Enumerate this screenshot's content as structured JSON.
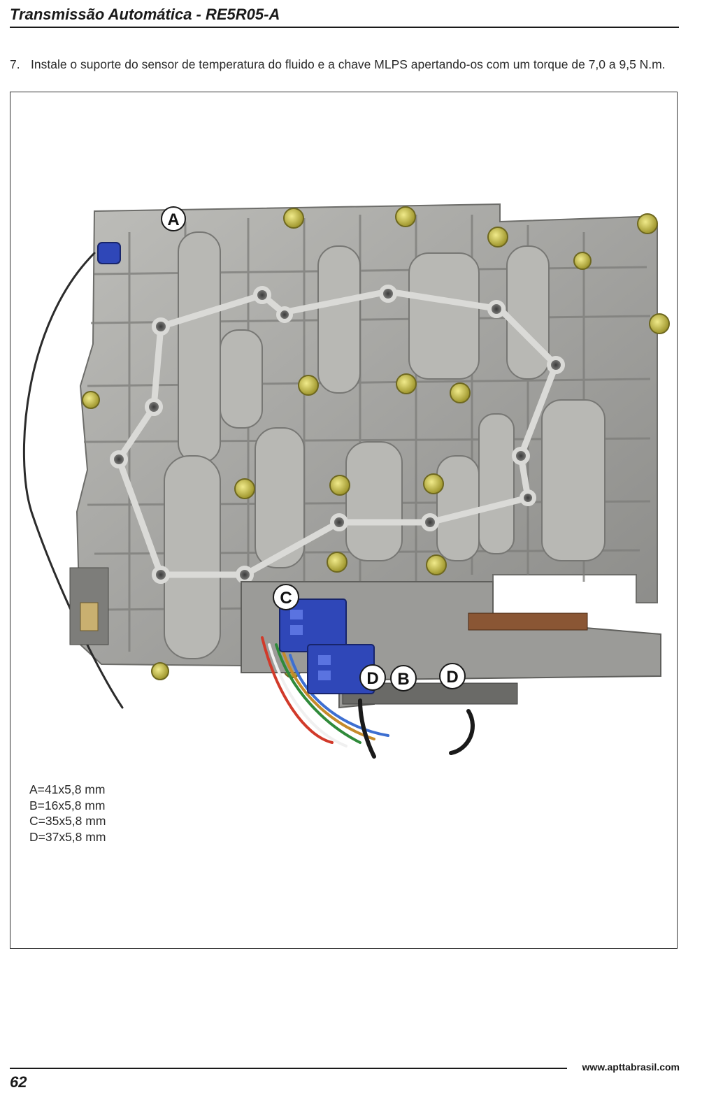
{
  "header": {
    "title": "Transmissão Automática - RE5R05-A"
  },
  "instruction": {
    "number": "7.",
    "text": "Instale o suporte do sensor de temperatura do fluido e a chave MLPS apertando-os com um torque de 7,0 a 9,5 N.m."
  },
  "figure": {
    "callouts": {
      "a": "A",
      "c": "C",
      "d1": "D",
      "b": "B",
      "d2": "D"
    },
    "specs": [
      "A=41x5,8 mm",
      "B=16x5,8 mm",
      "C=35x5,8 mm",
      "D=37x5,8 mm"
    ]
  },
  "footer": {
    "url": "www.apttabrasil.com",
    "page_number": "62"
  },
  "colors": {
    "body_metal": "#a3a3a0",
    "bolt_yellow": "#c9c24a",
    "connector_blue": "#2f47b8",
    "gasket": "#d8d8d6"
  }
}
